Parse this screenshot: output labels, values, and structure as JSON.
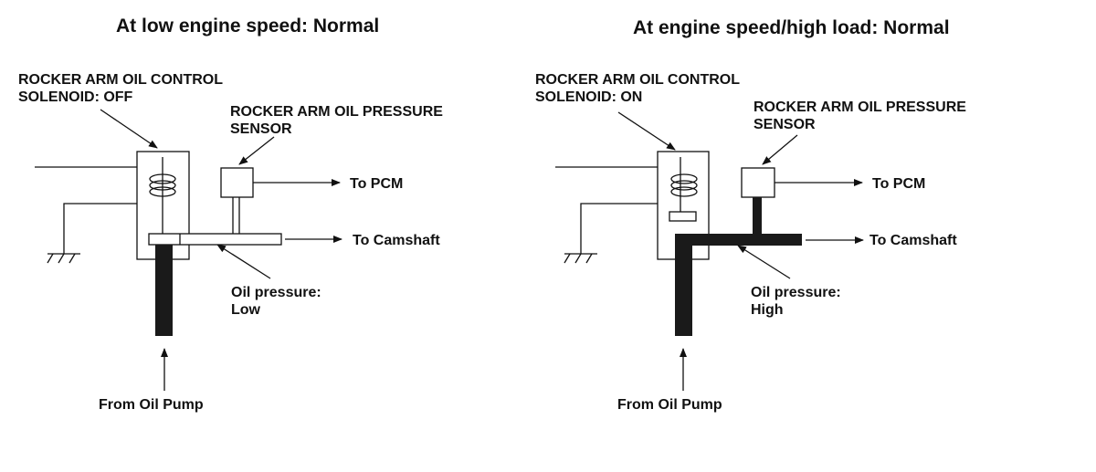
{
  "colors": {
    "ink": "#111111",
    "oil": "#1a1a1a",
    "background": "#ffffff"
  },
  "left_panel": {
    "title": "At low engine speed: Normal",
    "solenoid_line1": "ROCKER ARM OIL CONTROL",
    "solenoid_line2": "SOLENOID: OFF",
    "sensor_line1": "ROCKER ARM OIL PRESSURE",
    "sensor_line2": "SENSOR",
    "to_pcm": "To PCM",
    "to_camshaft": "To Camshaft",
    "pressure_line1": "Oil pressure:",
    "pressure_line2": "Low",
    "from_pump": "From Oil Pump"
  },
  "right_panel": {
    "title": "At engine speed/high load: Normal",
    "solenoid_line1": "ROCKER ARM OIL CONTROL",
    "solenoid_line2": "SOLENOID: ON",
    "sensor_line1": "ROCKER ARM OIL PRESSURE",
    "sensor_line2": "SENSOR",
    "to_pcm": "To PCM",
    "to_camshaft": "To Camshaft",
    "pressure_line1": "Oil pressure:",
    "pressure_line2": "High",
    "from_pump": "From Oil Pump"
  }
}
